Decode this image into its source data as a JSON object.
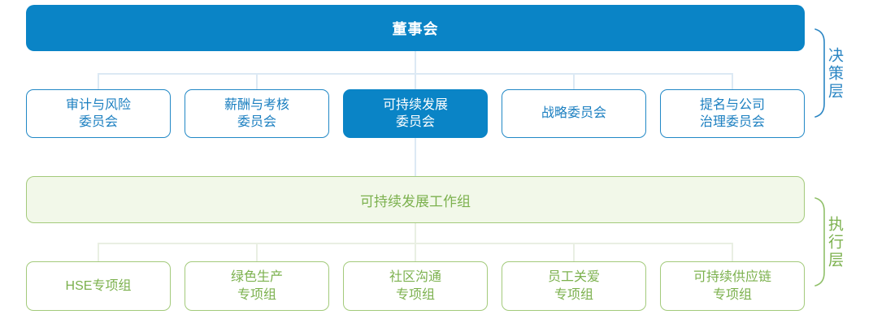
{
  "colors": {
    "primary_blue": "#0a84c6",
    "blue_border": "#2188c6",
    "blue_text": "#1b7fc0",
    "connector_blue": "#dce9f4",
    "green_border": "#a3ca7b",
    "green_text": "#7cb14e",
    "green_fill": "#f2f8e9",
    "connector_green": "#e9efe3"
  },
  "org_chart": {
    "board": {
      "label": "董事会"
    },
    "committees": [
      {
        "label": "审计与风险\n委员会",
        "active": false
      },
      {
        "label": "薪酬与考核\n委员会",
        "active": false
      },
      {
        "label": "可持续发展\n委员会",
        "active": true
      },
      {
        "label": "战略委员会",
        "active": false
      },
      {
        "label": "提名与公司\n治理委员会",
        "active": false
      }
    ],
    "working_group": {
      "label": "可持续发展工作组"
    },
    "task_groups": [
      {
        "label": "HSE专项组"
      },
      {
        "label": "绿色生产\n专项组"
      },
      {
        "label": "社区沟通\n专项组"
      },
      {
        "label": "员工关爱\n专项组"
      },
      {
        "label": "可持续供应链\n专项组"
      }
    ],
    "layer_labels": {
      "decision": "决策层",
      "execution": "执行层"
    }
  }
}
